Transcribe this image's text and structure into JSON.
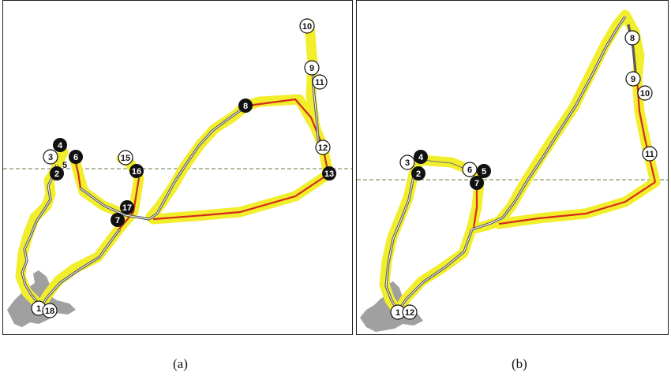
{
  "colors": {
    "highlight": "#f2ee2c",
    "route_red": "#d42a1c",
    "route_gray": "#6e6e6e",
    "gray_blob": "#a0a0a0",
    "dashed_line": "#6e7a4a",
    "node_black": "#111111",
    "node_white": "#ffffff"
  },
  "panels": [
    {
      "id": "a",
      "caption": "(a)",
      "nodes": [
        {
          "label": "1",
          "fill": "white"
        },
        {
          "label": "2",
          "fill": "black"
        },
        {
          "label": "3",
          "fill": "white"
        },
        {
          "label": "4",
          "fill": "black"
        },
        {
          "label": "5",
          "fill": "white"
        },
        {
          "label": "6",
          "fill": "black"
        },
        {
          "label": "7",
          "fill": "black"
        },
        {
          "label": "8",
          "fill": "black"
        },
        {
          "label": "9",
          "fill": "white"
        },
        {
          "label": "10",
          "fill": "white"
        },
        {
          "label": "11",
          "fill": "white"
        },
        {
          "label": "12",
          "fill": "white"
        },
        {
          "label": "13",
          "fill": "black"
        },
        {
          "label": "15",
          "fill": "white"
        },
        {
          "label": "16",
          "fill": "black"
        },
        {
          "label": "17",
          "fill": "black"
        },
        {
          "label": "18",
          "fill": "white"
        }
      ]
    },
    {
      "id": "b",
      "caption": "(b)",
      "nodes": [
        {
          "label": "1",
          "fill": "white"
        },
        {
          "label": "2",
          "fill": "black"
        },
        {
          "label": "3",
          "fill": "white"
        },
        {
          "label": "4",
          "fill": "black"
        },
        {
          "label": "5",
          "fill": "black"
        },
        {
          "label": "6",
          "fill": "white"
        },
        {
          "label": "7",
          "fill": "black"
        },
        {
          "label": "8",
          "fill": "white"
        },
        {
          "label": "9",
          "fill": "white"
        },
        {
          "label": "10",
          "fill": "white"
        },
        {
          "label": "11",
          "fill": "white"
        },
        {
          "label": "12",
          "fill": "white"
        }
      ]
    }
  ]
}
